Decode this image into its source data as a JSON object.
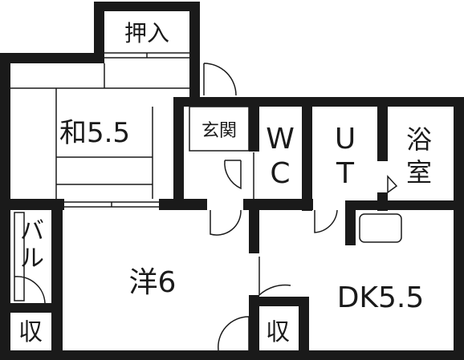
{
  "colors": {
    "wall": "#1a1a1a",
    "line": "#1a1a1a",
    "background": "#ffffff"
  },
  "rooms": {
    "oshiire": "押入",
    "washitsu": "和5.5",
    "genkan": "玄関",
    "wc_top": "W",
    "wc_bottom": "C",
    "ut_top": "U",
    "ut_bottom": "T",
    "yoku_top": "浴",
    "yoku_bottom": "室",
    "balcony_top": "バ",
    "balcony_bottom": "ル",
    "shu_left": "収",
    "youshitsu": "洋6",
    "shu_mid": "収",
    "dk": "DK5.5"
  }
}
